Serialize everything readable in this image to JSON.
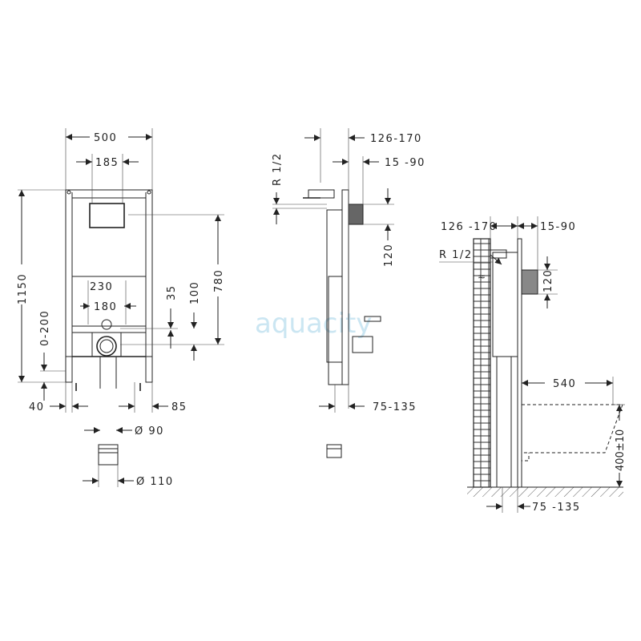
{
  "front_view": {
    "width_total": "500",
    "width_panel": "185",
    "height_total": "1150",
    "height_adjust": "0-200",
    "bolt_spacing": "230",
    "bowl_spacing": "180",
    "dim_35": "35",
    "dim_100": "100",
    "dim_780": "780",
    "leg_left": "40",
    "leg_right": "85",
    "pipe_90": "Ø 90",
    "pipe_110": "Ø 110"
  },
  "side_view": {
    "depth": "126-170",
    "offset": "15 -90",
    "inlet": "R 1/2",
    "dim_120": "120",
    "base": "75-135"
  },
  "installed_view": {
    "depth": "126 -170",
    "offset": "15-90",
    "inlet": "R 1/2",
    "dim_120": "120",
    "bowl_length": "540",
    "bowl_height": "400±10",
    "base": "75 -135"
  },
  "watermark": "aquacity"
}
